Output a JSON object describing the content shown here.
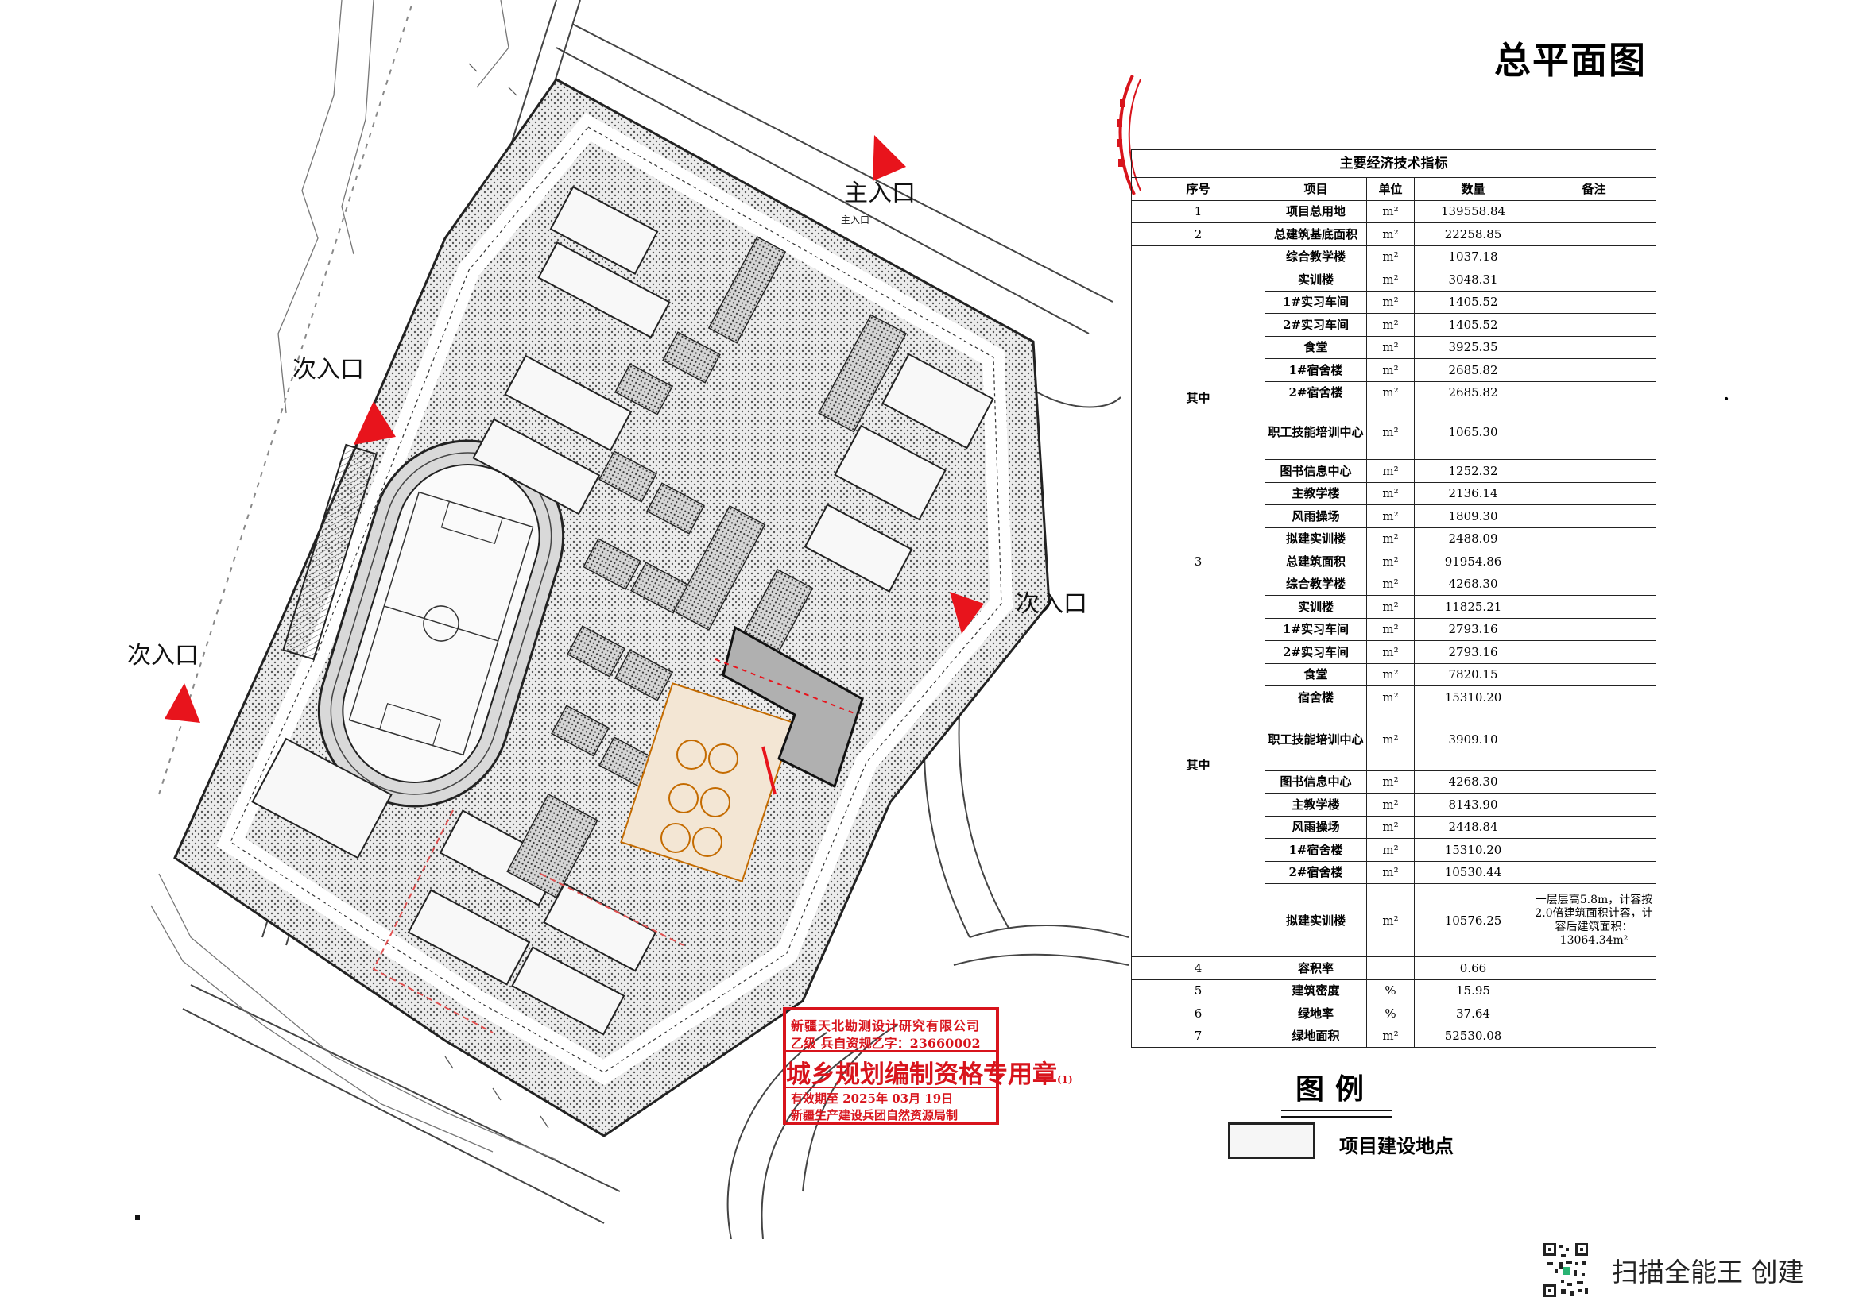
{
  "doc_title": "总平面图",
  "entrances": {
    "main": "主入口",
    "main_small": "主入口",
    "secondary_top_left": "次入口",
    "secondary_right": "次入口",
    "secondary_left": "次入口"
  },
  "table": {
    "caption": "主要经济技术指标",
    "headers": [
      "序号",
      "项目",
      "单位",
      "数量",
      "备注"
    ],
    "group_label_1": "其中",
    "group_label_2": "其中",
    "rows": [
      {
        "no": "1",
        "item": "项目总用地",
        "unit": "m²",
        "qty": "139558.84"
      },
      {
        "no": "2",
        "item": "总建筑基底面积",
        "unit": "m²",
        "qty": "22258.85"
      },
      {
        "item": "综合教学楼",
        "unit": "m²",
        "qty": "1037.18"
      },
      {
        "item": "实训楼",
        "unit": "m²",
        "qty": "3048.31"
      },
      {
        "item": "1#实习车间",
        "unit": "m²",
        "qty": "1405.52"
      },
      {
        "item": "2#实习车间",
        "unit": "m²",
        "qty": "1405.52"
      },
      {
        "item": "食堂",
        "unit": "m²",
        "qty": "3925.35"
      },
      {
        "item": "1#宿舍楼",
        "unit": "m²",
        "qty": "2685.82"
      },
      {
        "item": "2#宿舍楼",
        "unit": "m²",
        "qty": "2685.82"
      },
      {
        "item": "职工技能培训中心",
        "unit": "m²",
        "qty": "1065.30"
      },
      {
        "item": "图书信息中心",
        "unit": "m²",
        "qty": "1252.32"
      },
      {
        "item": "主教学楼",
        "unit": "m²",
        "qty": "2136.14"
      },
      {
        "item": "风雨操场",
        "unit": "m²",
        "qty": "1809.30"
      },
      {
        "item": "拟建实训楼",
        "unit": "m²",
        "qty": "2488.09"
      },
      {
        "no": "3",
        "item": "总建筑面积",
        "unit": "m²",
        "qty": "91954.86"
      },
      {
        "item": "综合教学楼",
        "unit": "m²",
        "qty": "4268.30"
      },
      {
        "item": "实训楼",
        "unit": "m²",
        "qty": "11825.21"
      },
      {
        "item": "1#实习车间",
        "unit": "m²",
        "qty": "2793.16"
      },
      {
        "item": "2#实习车间",
        "unit": "m²",
        "qty": "2793.16"
      },
      {
        "item": "食堂",
        "unit": "m²",
        "qty": "7820.15"
      },
      {
        "item": "宿舍楼",
        "unit": "m²",
        "qty": "15310.20"
      },
      {
        "item": "职工技能培训中心",
        "unit": "m²",
        "qty": "3909.10"
      },
      {
        "item": "图书信息中心",
        "unit": "m²",
        "qty": "4268.30"
      },
      {
        "item": "主教学楼",
        "unit": "m²",
        "qty": "8143.90"
      },
      {
        "item": "风雨操场",
        "unit": "m²",
        "qty": "2448.84"
      },
      {
        "item": "1#宿舍楼",
        "unit": "m²",
        "qty": "15310.20"
      },
      {
        "item": "2#宿舍楼",
        "unit": "m²",
        "qty": "10530.44"
      },
      {
        "item": "拟建实训楼",
        "unit": "m²",
        "qty": "10576.25",
        "note": "一层层高5.8m，计容按2.0倍建筑面积计容，计容后建筑面积：13064.34m²"
      },
      {
        "no": "4",
        "item": "容积率",
        "unit": "",
        "qty": "0.66"
      },
      {
        "no": "5",
        "item": "建筑密度",
        "unit": "%",
        "qty": "15.95"
      },
      {
        "no": "6",
        "item": "绿地率",
        "unit": "%",
        "qty": "37.64"
      },
      {
        "no": "7",
        "item": "绿地面积",
        "unit": "m²",
        "qty": "52530.08"
      }
    ]
  },
  "legend": {
    "title": "图例",
    "item_label": "项目建设地点"
  },
  "stamp": {
    "line1": "新疆天北勘测设计研究有限公司",
    "line2": "乙级   兵自资规乙字：23660002",
    "line3": "城乡规划编制资格专用章",
    "line3_suffix": "(1)",
    "line4": "有效期至   2025年 03月 19日",
    "line5": "新疆生产建设兵团自然资源局制",
    "color": "#d8141c"
  },
  "footer": {
    "scan_text": "扫描全能王 创建"
  },
  "colors": {
    "entrance_arrow": "#e8141c",
    "site_building": "#b0b0b0",
    "dotted_area": "#e2e2e2"
  }
}
